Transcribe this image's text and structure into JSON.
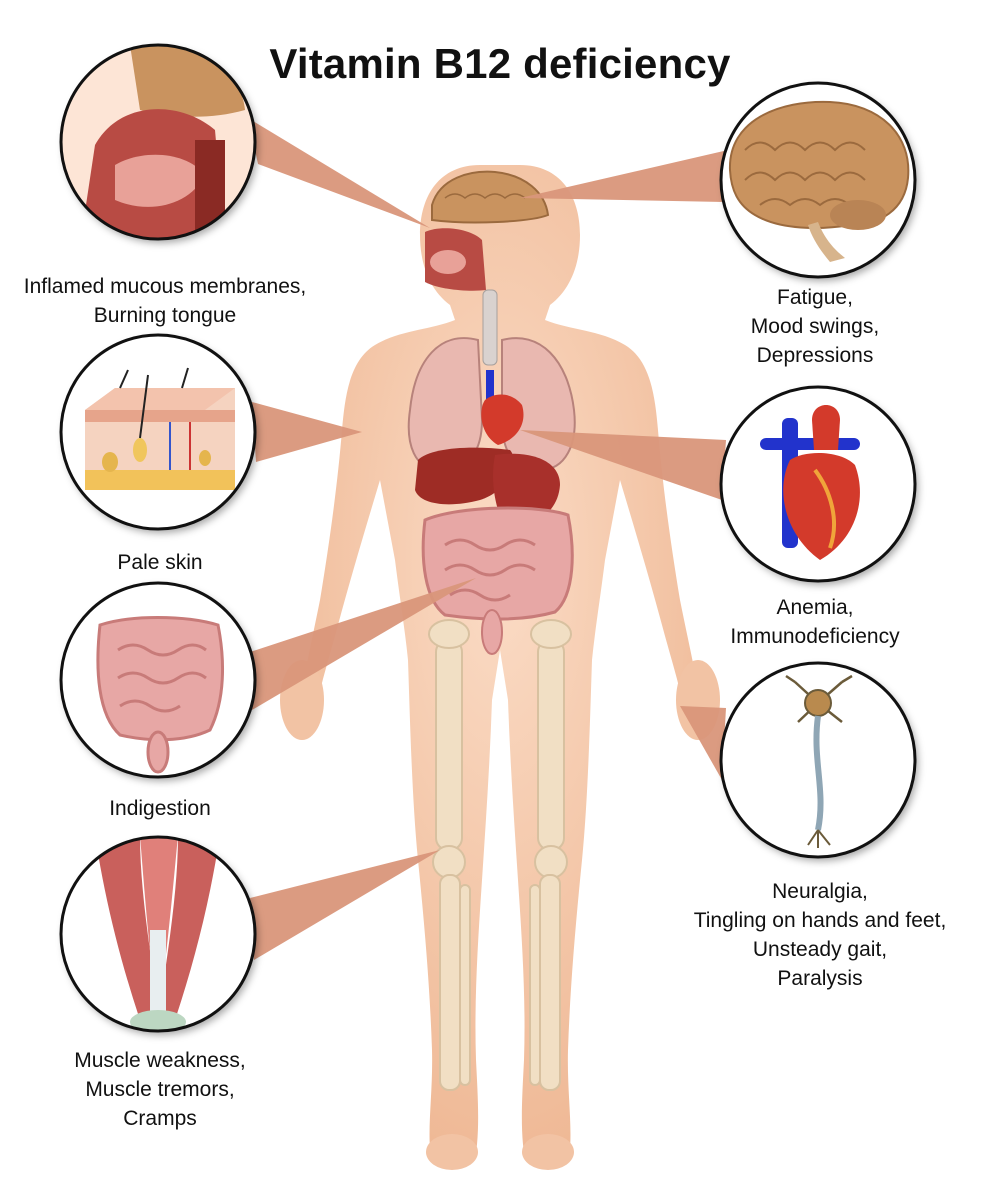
{
  "title": "Vitamin B12 deficiency",
  "callouts": {
    "mucous": {
      "icon": "nasal-cavity-icon",
      "lines": [
        "Inflamed mucous membranes,",
        "Burning tongue"
      ]
    },
    "skin": {
      "icon": "skin-layers-icon",
      "lines": [
        "Pale skin"
      ]
    },
    "digestion": {
      "icon": "intestines-icon",
      "lines": [
        "Indigestion"
      ]
    },
    "muscle": {
      "icon": "leg-muscles-icon",
      "lines": [
        "Muscle weakness,",
        "Muscle tremors,",
        "Cramps"
      ]
    },
    "brain": {
      "icon": "brain-icon",
      "lines": [
        "Fatigue,",
        "Mood swings,",
        "Depressions"
      ]
    },
    "heart": {
      "icon": "heart-icon",
      "lines": [
        "Anemia,",
        "Immunodeficiency"
      ]
    },
    "nerve": {
      "icon": "neuron-icon",
      "lines": [
        "Neuralgia,",
        "Tingling on hands and feet,",
        "Unsteady gait,",
        "Paralysis"
      ]
    }
  },
  "colors": {
    "skin": "#f7cdb0",
    "skin_shade": "#e9ad8b",
    "pointer": "#d9967a",
    "circle_border": "#111111",
    "organ_red": "#b53a32",
    "lung": "#e9b8b0",
    "intestine": "#e7a7a5",
    "bone": "#f1dfc4",
    "brain": "#c9935f",
    "vein_blue": "#2233cc"
  }
}
